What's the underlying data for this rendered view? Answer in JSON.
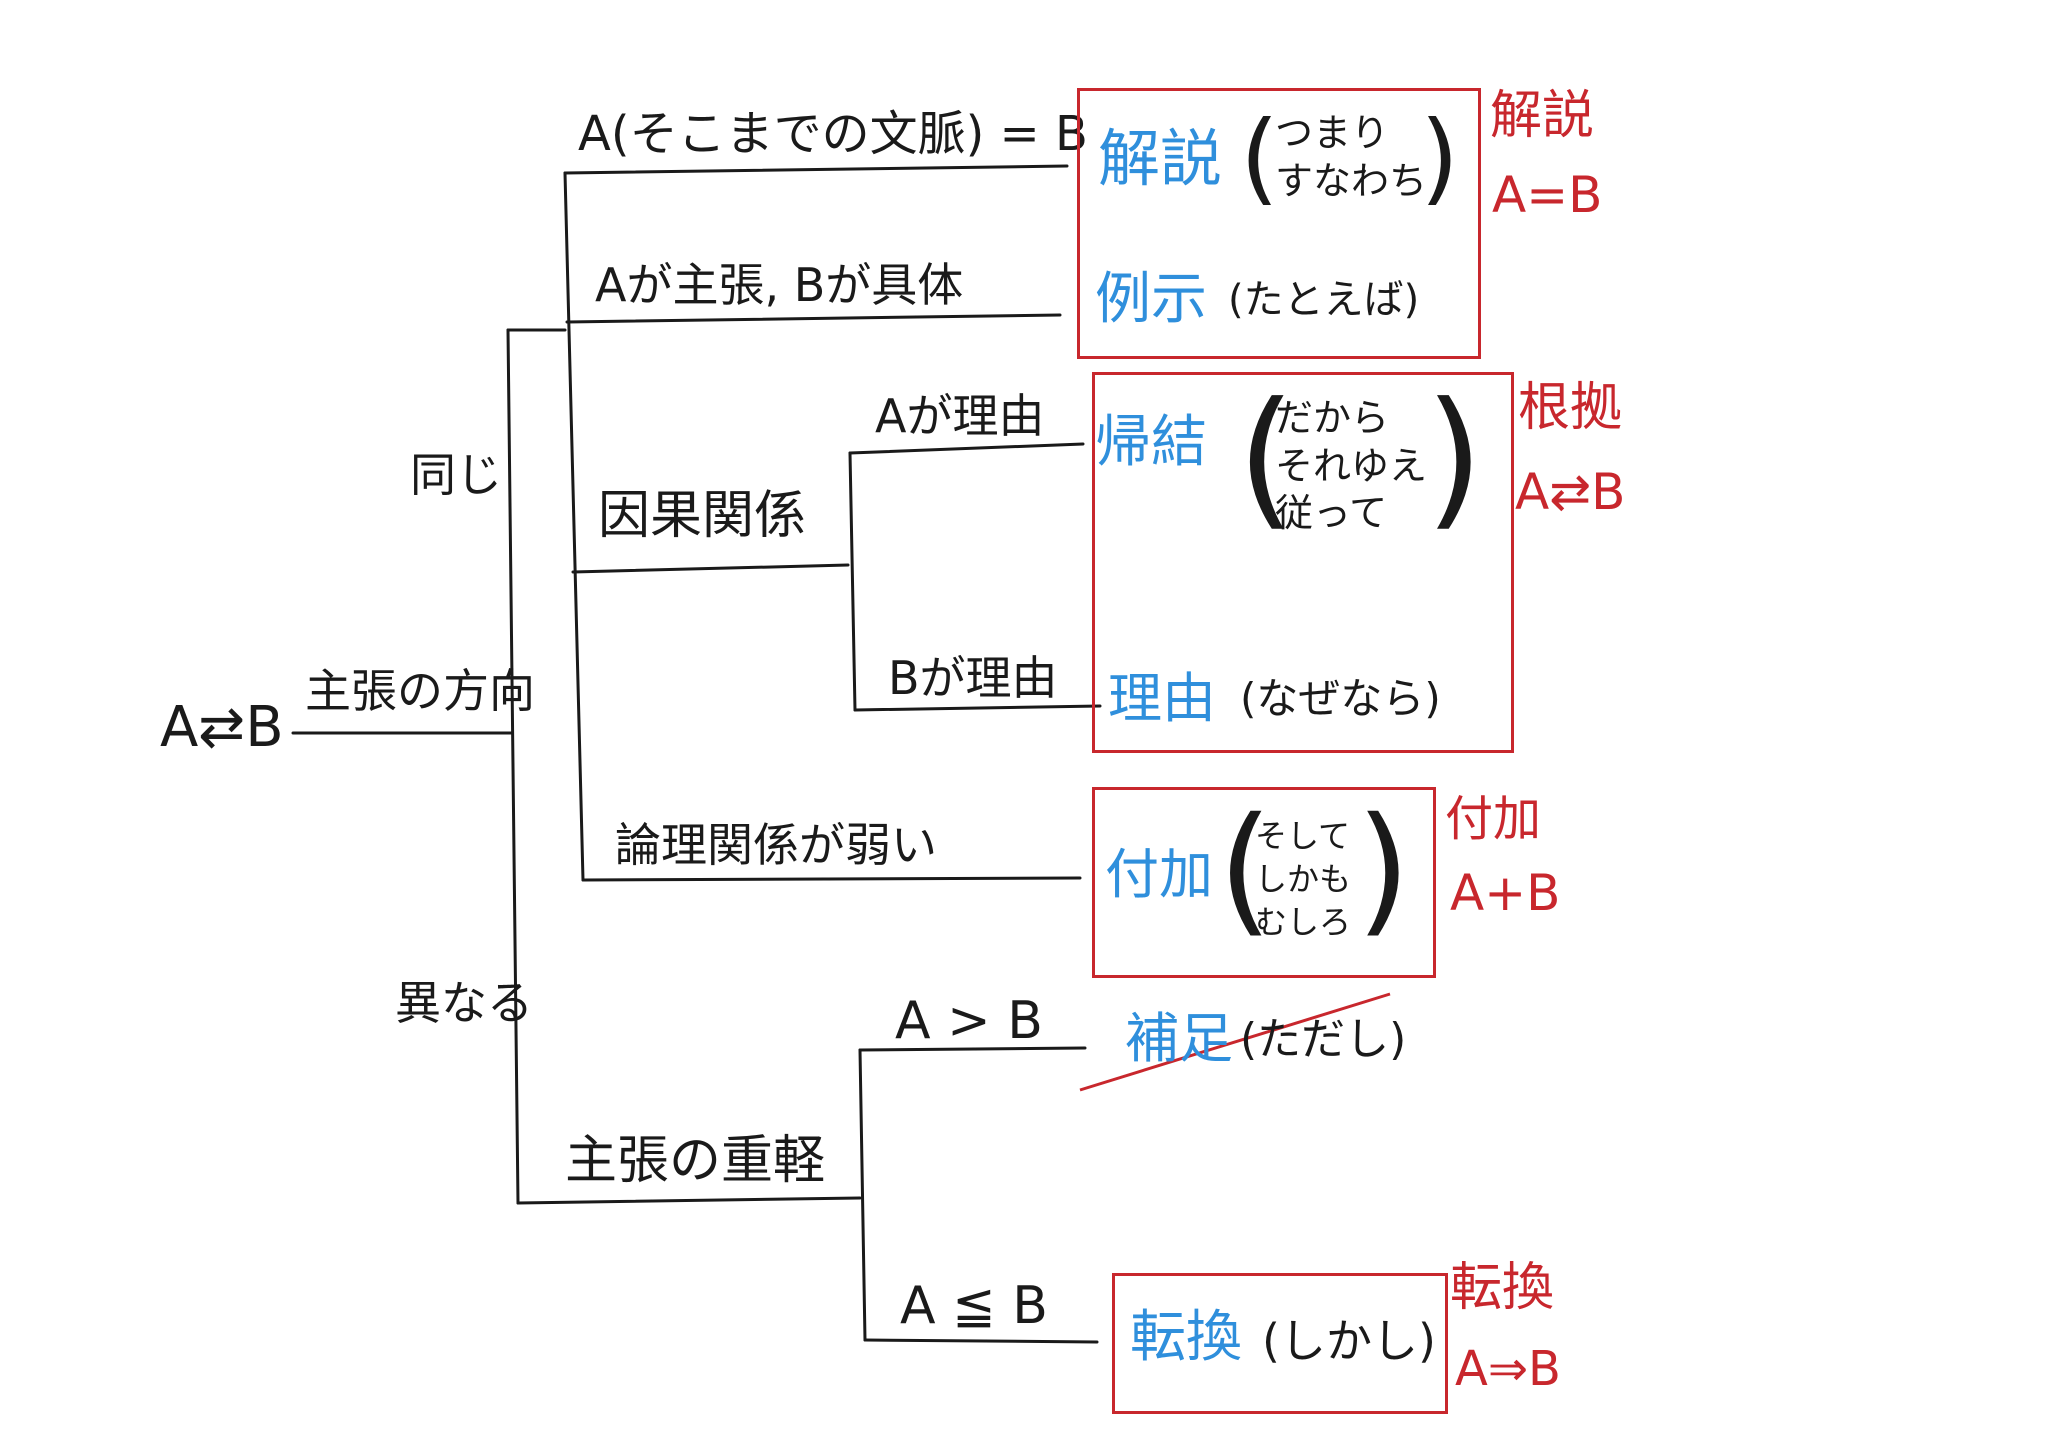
{
  "root": {
    "label": "A⇄B"
  },
  "branch1": {
    "label": "主張の方向"
  },
  "same": {
    "label": "同じ",
    "item1": {
      "label": "A(そこまでの文脈) = B"
    },
    "item2": {
      "label": "Aが主張, Bが具体"
    },
    "causal": {
      "label": "因果関係",
      "sub1": {
        "label": "Aが理由"
      },
      "sub2": {
        "label": "Bが理由"
      }
    },
    "item4": {
      "label": "論理関係が弱い"
    }
  },
  "different": {
    "label": "異なる",
    "weight": {
      "label": "主張の重軽",
      "sub1": {
        "label": "A > B"
      },
      "sub2": {
        "label": "A ≦ B"
      }
    }
  },
  "results": {
    "kaisetsu": {
      "name": "解説",
      "words": [
        "つまり",
        "すなわち"
      ]
    },
    "reiji": {
      "name": "例示",
      "words": [
        "(たとえば)"
      ]
    },
    "kiketsu": {
      "name": "帰結",
      "words": [
        "だから",
        "それゆえ",
        "従って"
      ]
    },
    "riyu": {
      "name": "理由",
      "words": [
        "(なぜなら)"
      ]
    },
    "fuka": {
      "name": "付加",
      "words": [
        "そして",
        "しかも",
        "むしろ"
      ]
    },
    "hosoku": {
      "name": "補足",
      "words": [
        "(ただし)"
      ],
      "struck": true
    },
    "tenkan": {
      "name": "転換",
      "words": [
        "(しかし)"
      ]
    }
  },
  "annotations": {
    "kaisetsu": {
      "title": "解説",
      "formula": "A=B"
    },
    "konkyo": {
      "title": "根拠",
      "formula": "A⇄B"
    },
    "fuka": {
      "title": "付加",
      "formula": "A+B"
    },
    "tenkan": {
      "title": "転換",
      "formula": "A⇒B"
    }
  },
  "colors": {
    "ink": "#1a1a1a",
    "blue": "#2f8fdc",
    "red": "#c8272d"
  }
}
